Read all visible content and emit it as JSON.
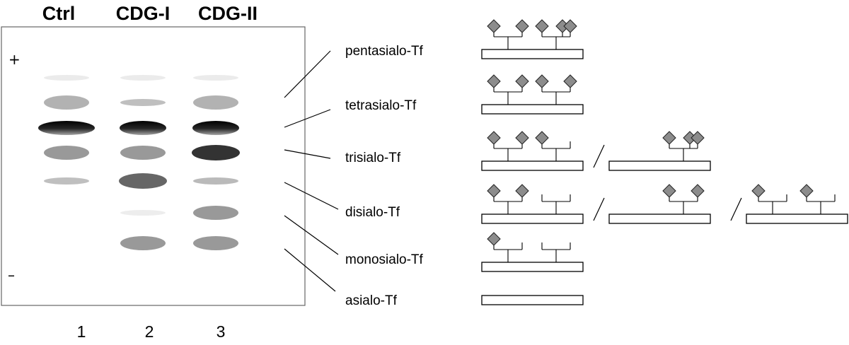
{
  "lanes": [
    {
      "header": "Ctrl",
      "number": "1"
    },
    {
      "header": "CDG-I",
      "number": "2"
    },
    {
      "header": "CDG-II",
      "number": "3"
    }
  ],
  "poles": {
    "plus": "+",
    "minus": "–"
  },
  "glycoforms": [
    {
      "label": "pentasialo-Tf",
      "structures": [
        [
          2,
          3
        ]
      ]
    },
    {
      "label": "tetrasialo-Tf",
      "structures": [
        [
          2,
          2
        ]
      ]
    },
    {
      "label": "trisialo-Tf",
      "structures": [
        [
          2,
          1
        ],
        [
          0,
          3
        ]
      ]
    },
    {
      "label": "disialo-Tf",
      "structures": [
        [
          2,
          0
        ],
        [
          0,
          2
        ],
        [
          1,
          1
        ]
      ]
    },
    {
      "label": "monosialo-Tf",
      "structures": [
        [
          1,
          0
        ]
      ]
    },
    {
      "label": "asialo-Tf",
      "structures": [
        [
          0,
          0
        ]
      ]
    }
  ],
  "bands": [
    {
      "lane": 0,
      "glycoform": 0,
      "intensity": 0.08
    },
    {
      "lane": 0,
      "glycoform": 1,
      "intensity": 0.3
    },
    {
      "lane": 0,
      "glycoform": 2,
      "intensity": 1.0
    },
    {
      "lane": 0,
      "glycoform": 3,
      "intensity": 0.4
    },
    {
      "lane": 0,
      "glycoform": 4,
      "intensity": 0.25
    },
    {
      "lane": 1,
      "glycoform": 0,
      "intensity": 0.08
    },
    {
      "lane": 1,
      "glycoform": 1,
      "intensity": 0.25
    },
    {
      "lane": 1,
      "glycoform": 2,
      "intensity": 0.95
    },
    {
      "lane": 1,
      "glycoform": 3,
      "intensity": 0.4
    },
    {
      "lane": 1,
      "glycoform": 4,
      "intensity": 0.6
    },
    {
      "lane": 1,
      "glycoform": 5,
      "intensity": 0.07
    },
    {
      "lane": 1,
      "glycoform": 6,
      "intensity": 0.4
    },
    {
      "lane": 2,
      "glycoform": 0,
      "intensity": 0.08
    },
    {
      "lane": 2,
      "glycoform": 1,
      "intensity": 0.3
    },
    {
      "lane": 2,
      "glycoform": 2,
      "intensity": 0.95
    },
    {
      "lane": 2,
      "glycoform": 3,
      "intensity": 0.8
    },
    {
      "lane": 2,
      "glycoform": 4,
      "intensity": 0.27
    },
    {
      "lane": 2,
      "glycoform": 5,
      "intensity": 0.4
    },
    {
      "lane": 2,
      "glycoform": 6,
      "intensity": 0.4
    }
  ],
  "colors": {
    "sialic_acid": "#8c8c8c",
    "band": "#000000"
  },
  "icons": {
    "sialic_acid": "diamond",
    "transferrin": "rectangle"
  }
}
